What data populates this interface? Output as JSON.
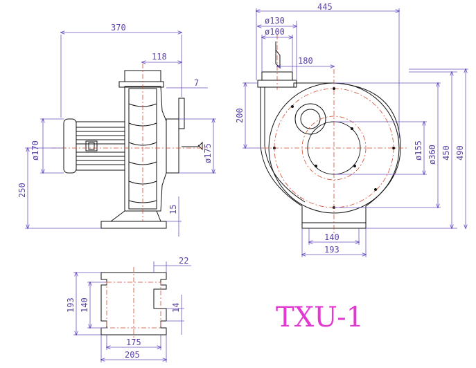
{
  "model_label": "TXU-1",
  "side_view": {
    "overall_length": "370",
    "outlet_offset": "118",
    "flange_thickness": "7",
    "motor_diameter": "ø170",
    "inlet_diameter": "ø175",
    "center_height": "250",
    "base_thickness": "15"
  },
  "front_view": {
    "overall_width": "445",
    "outlet_flange": "ø130",
    "outlet_diameter": "ø100",
    "outlet_offset": "180",
    "outlet_height": "200",
    "inlet_diameter": "ø155",
    "housing_diameter": "ø360",
    "height_to_top": "450",
    "overall_height": "490",
    "base_hole_spacing": "140",
    "base_width": "193"
  },
  "base_view": {
    "slot_width": "22",
    "overall_depth": "193",
    "hole_spacing_depth": "140",
    "slot_depth": "14",
    "hole_spacing_width": "175",
    "overall_width": "205"
  }
}
